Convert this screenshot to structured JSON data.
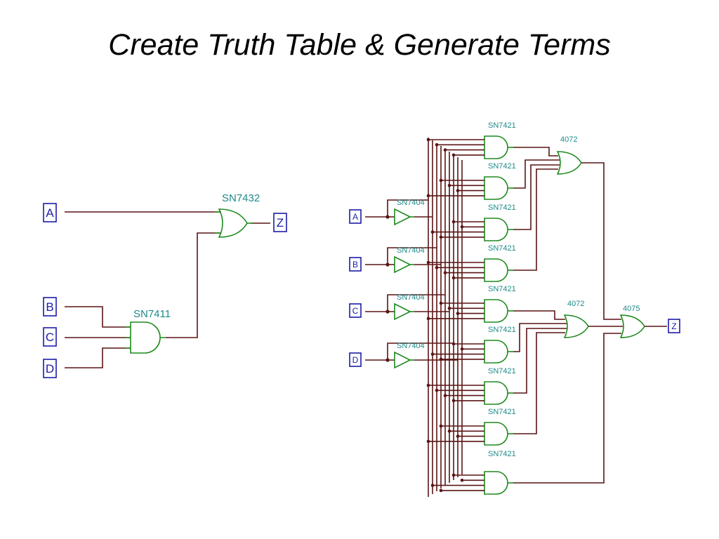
{
  "title": "Create Truth Table & Generate Terms",
  "left_circuit": {
    "inputs": [
      "A",
      "B",
      "C",
      "D"
    ],
    "output": "Z",
    "and_gate": "SN7411",
    "or_gate": "SN7432"
  },
  "right_circuit": {
    "inputs": [
      "A",
      "B",
      "C",
      "D"
    ],
    "output": "Z",
    "inverter": "SN7404",
    "and_gate": "SN7421",
    "or_gate": "4072",
    "final_or_gate": "4075"
  },
  "colors": {
    "wire": "#5a1414",
    "gate": "#1e8a1e",
    "gate_label": "#1e8a8a",
    "io_box": "#1c1ca8"
  }
}
